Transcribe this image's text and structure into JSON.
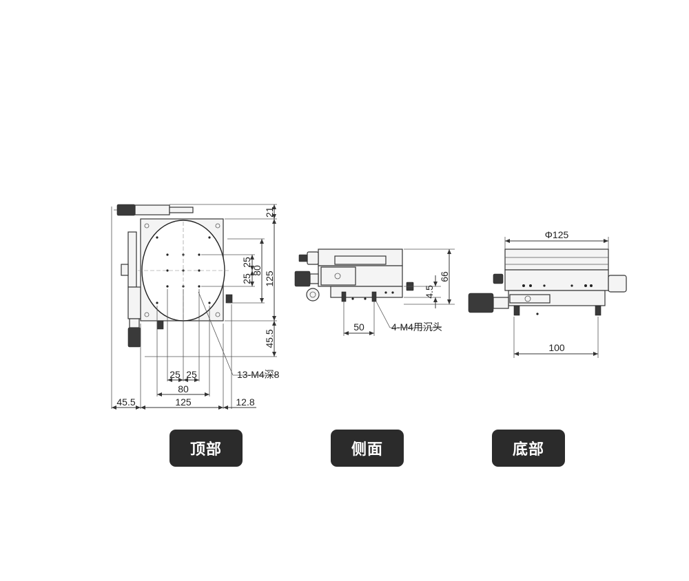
{
  "top_view": {
    "dims": {
      "d21": "21",
      "d125_right": "125",
      "d80_right": "80",
      "d25a_right": "25",
      "d25b_right": "25",
      "d45_5_right": "45.5",
      "d25a_bottom": "25",
      "d25b_bottom": "25",
      "d80_bottom": "80",
      "d45_5_bottom": "45.5",
      "d125_bottom": "125",
      "d12_8": "12.8"
    },
    "callout": "13-M4深8"
  },
  "side_view": {
    "dims": {
      "d4_5": "4.5",
      "d66": "66",
      "d50": "50"
    },
    "callout": "4-M4用沉头"
  },
  "bottom_view": {
    "dims": {
      "phi125": "Φ125",
      "d100": "100"
    }
  },
  "labels": {
    "top": "顶部",
    "side": "侧面",
    "bottom": "底部"
  }
}
